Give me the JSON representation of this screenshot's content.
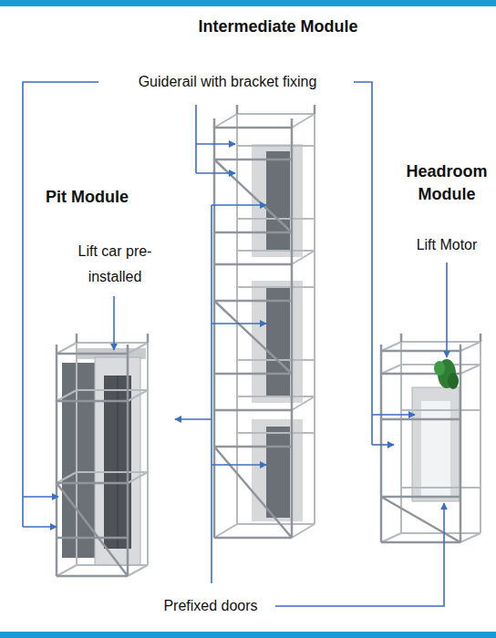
{
  "diagram": {
    "labels": [
      "Intermediate Module",
      "Guiderail with bracket fixing",
      "Pit Module",
      "Lift car pre-installed",
      "Headroom Module",
      "Lift Motor",
      "Prefixed doors"
    ]
  }
}
